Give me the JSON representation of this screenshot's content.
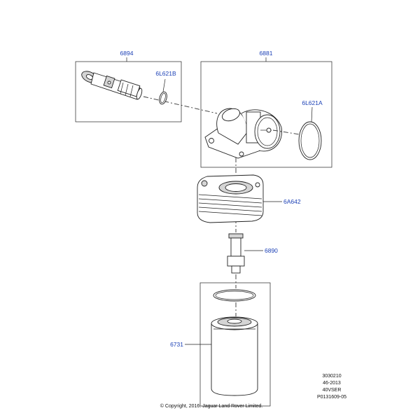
{
  "callouts": {
    "p6894": "6894",
    "p6l621b": "6L621B",
    "p6881": "6881",
    "p6l621a": "6L621A",
    "p6a642": "6A642",
    "p6890": "6890",
    "p6731": "6731"
  },
  "reference": {
    "line1": "3030210",
    "line2": "46-2013",
    "line3": "40VSER",
    "line4": "P0131609-05"
  },
  "copyright": "© Copyright, 2016. Jaguar Land Rover Limited.",
  "colors": {
    "callout": "#1a3fb5",
    "outline": "#222222",
    "shade": "#d4d4d4"
  }
}
